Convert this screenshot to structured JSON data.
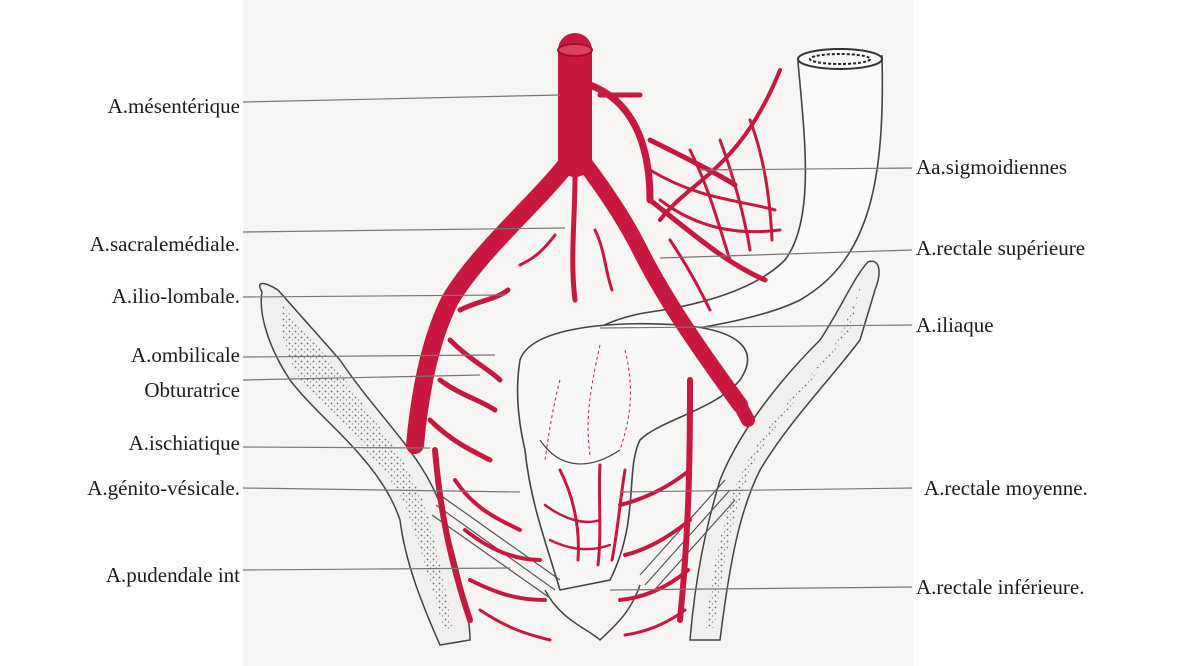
{
  "colors": {
    "artery": "#c8183f",
    "artery_dark": "#9e0f2f",
    "bone": "#f2f0ee",
    "bone_stipple": "#555555",
    "paper": "#f6f5f4",
    "leader": "#777777"
  },
  "labels_left": [
    "A.mésentérique",
    "A.sacralemédiale.",
    "A.ilio-lombale.",
    "A.ombilicale",
    "Obturatrice",
    "A.ischiatique",
    "A.génito-vésicale.",
    "A.pudendale int"
  ],
  "labels_right": [
    "Aa.sigmoidiennes",
    "A.rectale supérieure",
    "A.iliaque",
    "A.rectale moyenne.",
    "A.rectale inférieure."
  ]
}
